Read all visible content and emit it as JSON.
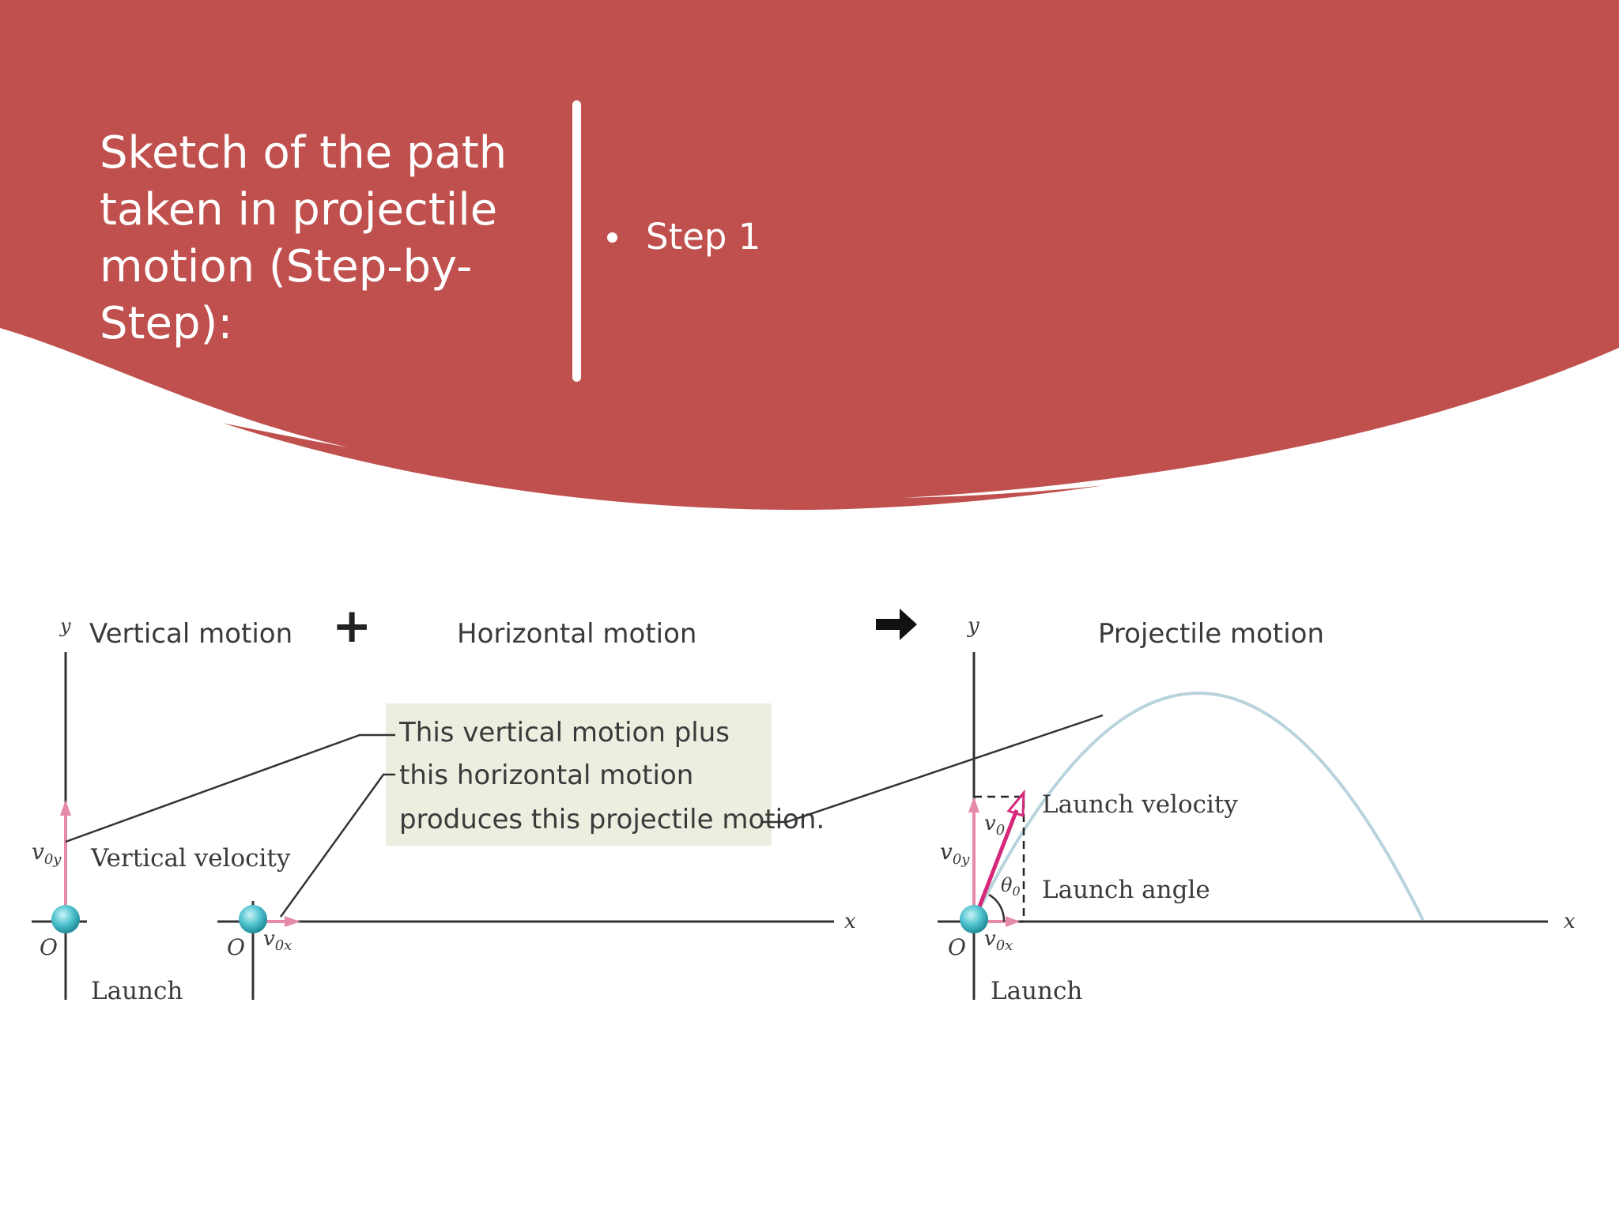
{
  "slide": {
    "title": "Sketch of the path taken in projectile motion (Step-by-Step):",
    "bullets": [
      "Step 1"
    ],
    "colors": {
      "header": "#c0504d",
      "text": "#ffffff",
      "ball": "#4fc3cf",
      "vector": "#d6287a",
      "trajectory": "#b9d3dc",
      "callout_bg": "#eceee0"
    }
  },
  "diagram": {
    "vertical": {
      "title": "Vertical motion",
      "axis_y": "y",
      "v0y": "v",
      "v0y_sub": "0y",
      "velocity_label": "Vertical velocity",
      "origin": "O",
      "launch": "Launch"
    },
    "plus": "+",
    "horizontal": {
      "title": "Horizontal motion",
      "origin": "O",
      "v0x": "v",
      "v0x_sub": "0x",
      "axis_x": "x"
    },
    "arrow": "➡",
    "callout": {
      "line1": "This vertical motion plus",
      "line2": "this horizontal motion",
      "line3": "produces this projectile motion."
    },
    "projectile": {
      "title": "Projectile motion",
      "axis_y": "y",
      "axis_x": "x",
      "origin": "O",
      "v0": "v",
      "v0_sub": "0",
      "v0y": "v",
      "v0y_sub": "0y",
      "v0x": "v",
      "v0x_sub": "0x",
      "theta": "θ",
      "theta_sub": "0",
      "launch_velocity": "Launch velocity",
      "launch_angle": "Launch angle",
      "launch": "Launch"
    }
  }
}
